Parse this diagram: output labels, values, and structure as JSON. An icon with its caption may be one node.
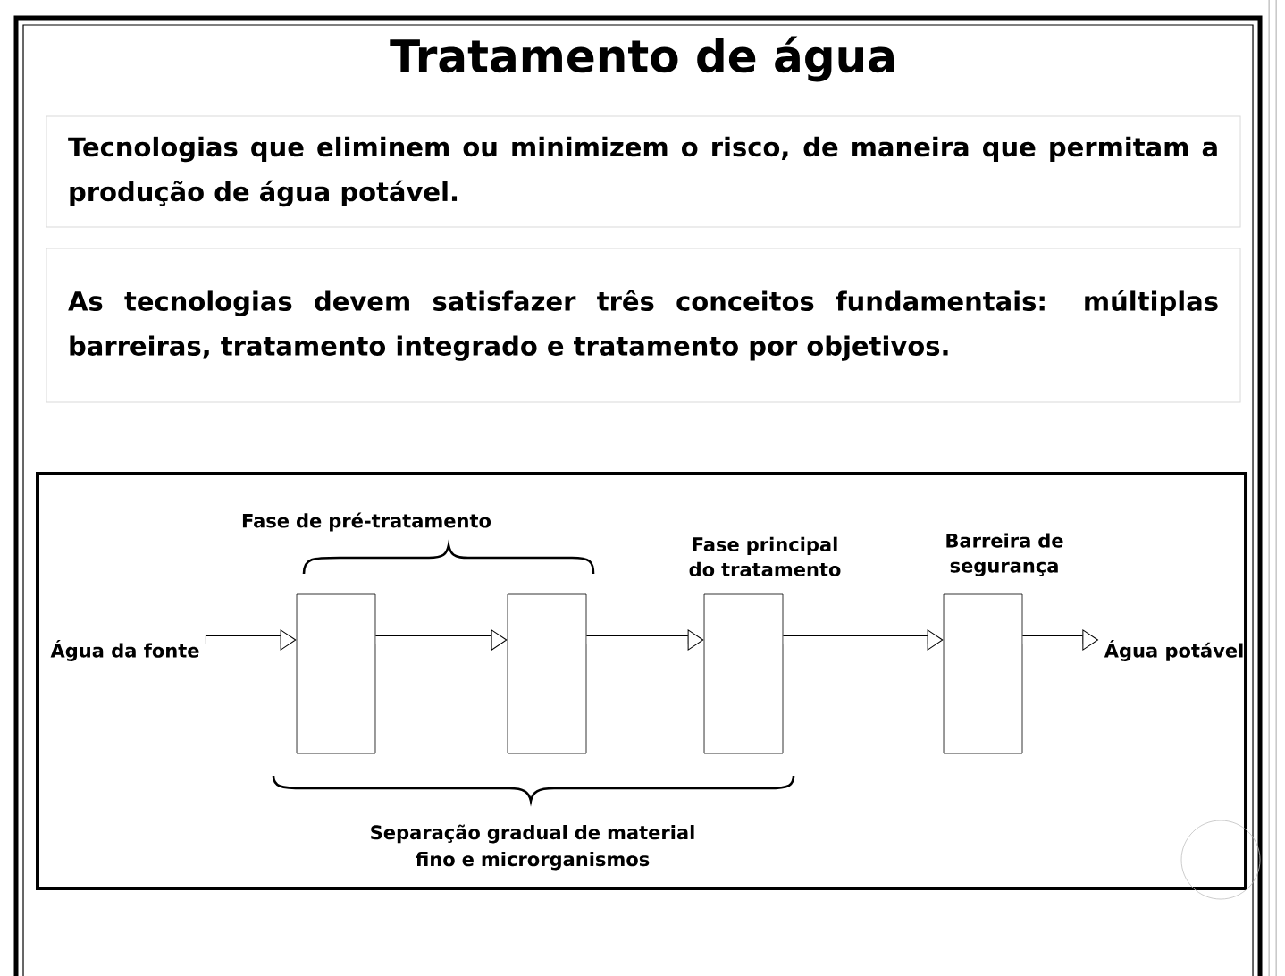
{
  "diagram": {
    "title": "Tratamento de água",
    "nodes": [
      {
        "text": [
          "Tecnologias que eliminem ou minimizem o risco, de maneira que permitam a produção de água potável."
        ]
      },
      {
        "text": [
          "As tecnologias devem satisfazer três conceitos fundamentais: múltiplas barreiras, tratamento integrado e tratamento por objetivos."
        ]
      },
      {
        "text": [
          "Água da fonte"
        ]
      },
      {
        "text": [],
        "shape": "parallelogram"
      },
      {
        "text": [],
        "shape": "parallelogram"
      },
      {
        "text": [],
        "shape": "parallelogram",
        "beside": [
          "Fase principal do tratamento"
        ]
      },
      {
        "text": [],
        "shape": "parallelogram",
        "beside": [
          "Barreira de segurança"
        ]
      },
      {
        "text": [
          "Água potável"
        ]
      }
    ],
    "edges": [
      {
        "from": 2,
        "to": 3,
        "arrow": "to"
      },
      {
        "from": 3,
        "to": 4,
        "arrow": "to"
      },
      {
        "from": 4,
        "to": 5,
        "arrow": "to"
      },
      {
        "from": 5,
        "to": 6,
        "arrow": "to"
      },
      {
        "from": 6,
        "to": 7,
        "arrow": "to"
      }
    ],
    "labels": [
      "Fase de pré-tratamento",
      "Separação gradual de material fino e microrganismos"
    ]
  }
}
